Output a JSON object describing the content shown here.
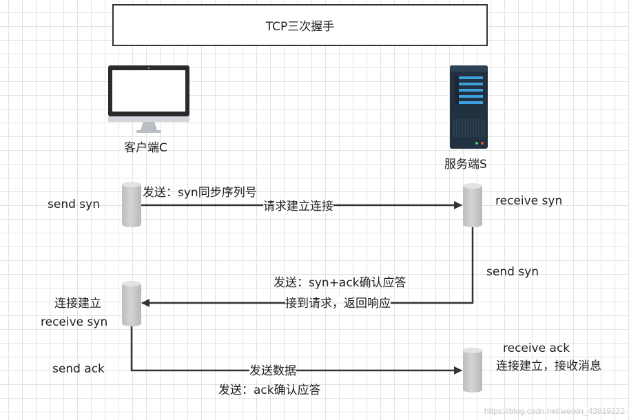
{
  "title": "TCP三次握手",
  "client": {
    "name": "客户端C",
    "icon": "desktop-monitor-icon",
    "actions": {
      "send_syn": "send  syn",
      "established": "连接建立",
      "receive_syn": "receive  syn",
      "send_ack": "send  ack"
    }
  },
  "server": {
    "name": "服务端S",
    "icon": "server-rack-icon",
    "actions": {
      "receive_syn": "receive  syn",
      "send_syn": "send  syn",
      "receive_ack": "receive  ack",
      "established": "连接建立，接收消息"
    }
  },
  "messages": {
    "step1_top": "发送：syn同步序列号",
    "step1_bottom": "请求建立连接",
    "step2_top": "发送：syn+ack确认应答",
    "step2_bottom": "接到请求，返回响应",
    "step3_top": "发送数据",
    "step3_bottom": "发送：ack确认应答"
  },
  "watermark": "https://blog.csdn.net/weixin_43819222",
  "colors": {
    "line": "#333333",
    "cylinder_fill": "#c9c9c9",
    "cylinder_shade": "#e6e6e6",
    "monitor_frame": "#2b2b2b",
    "monitor_stand": "#c4c9cf",
    "server_body": "#22313f",
    "server_accent": "#3da1e0"
  }
}
